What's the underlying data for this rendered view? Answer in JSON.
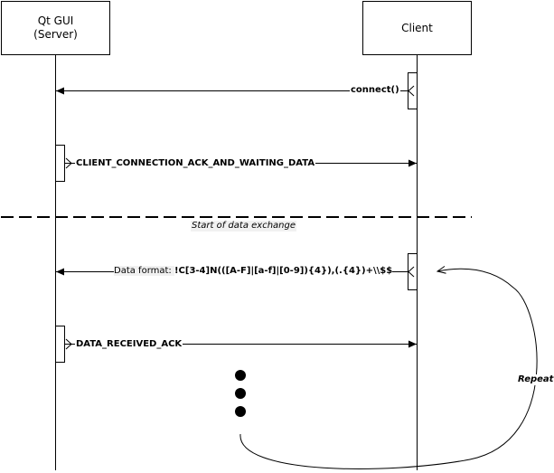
{
  "participants": {
    "server": {
      "line1": "Qt GUI",
      "line2": "(Server)"
    },
    "client": {
      "label": "Client"
    }
  },
  "messages": {
    "connect": "connect()",
    "client_ack": "CLIENT_CONNECTION_ACK_AND_WAITING_DATA",
    "data_format_prefix": "Data format: ",
    "data_format_value": "!C[3-4]N(([A-F]|[a-f]|[0-9]){4}),(.{4})+\\\\$$",
    "data_received_ack": "DATA_RECEIVED_ACK"
  },
  "separator": {
    "label": "Start of data exchange"
  },
  "loop": {
    "label": "Repeat"
  }
}
